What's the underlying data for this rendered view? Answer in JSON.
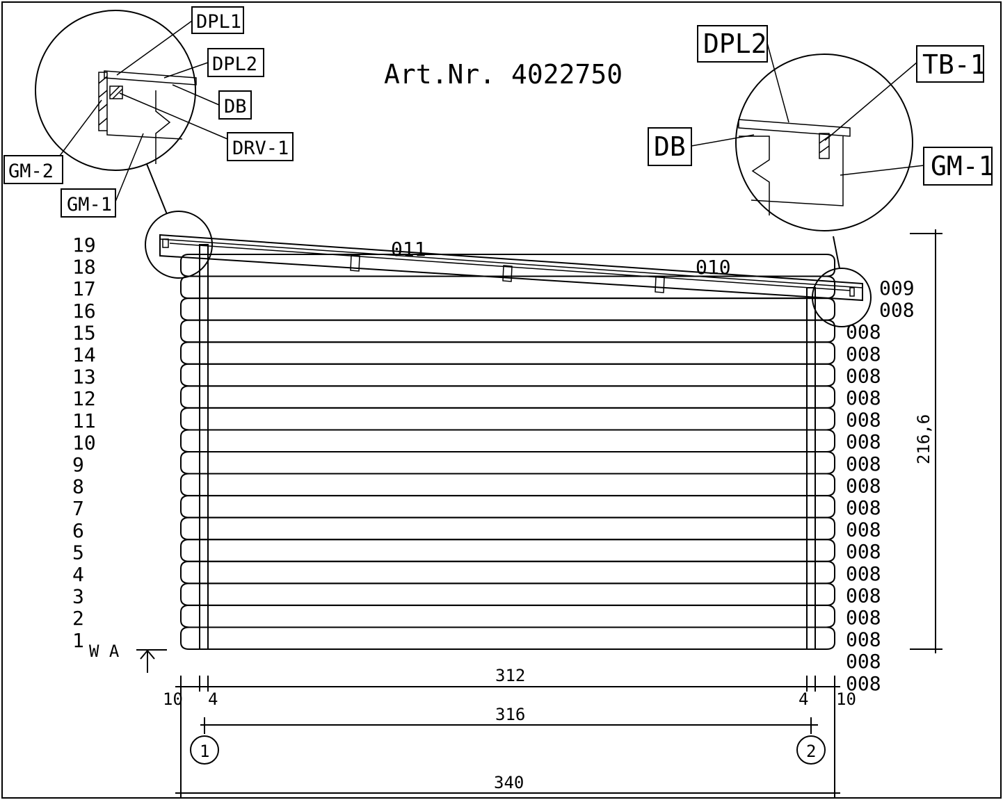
{
  "title": "Art.Nr. 4022750",
  "row_numbers": [
    "19",
    "18",
    "17",
    "16",
    "15",
    "14",
    "13",
    "12",
    "11",
    "10",
    "9",
    "8",
    "7",
    "6",
    "5",
    "4",
    "3",
    "2",
    "1"
  ],
  "right_part_codes": [
    "009",
    "008",
    "008",
    "008",
    "008",
    "008",
    "008",
    "008",
    "008",
    "008",
    "008",
    "008",
    "008",
    "008",
    "008",
    "008",
    "008",
    "008",
    "008"
  ],
  "roof_part_labels": [
    "011",
    "010"
  ],
  "ground_label": "W A",
  "callouts_left": {
    "dpl1": "DPL1",
    "dpl2": "DPL2",
    "db": "DB",
    "drv1": "DRV-1",
    "gm2": "GM-2",
    "gm1": "GM-1"
  },
  "callouts_right": {
    "dpl2": "DPL2",
    "tb1": "TB-1",
    "db": "DB",
    "gm1": "GM-1"
  },
  "dimensions": {
    "height": "216,6",
    "inner_width": "312",
    "left_offset_outer": "10",
    "left_offset_inner": "4",
    "right_offset_inner": "4",
    "right_offset_outer": "10",
    "axis_width": "316",
    "total_width": "340"
  },
  "axis_markers": [
    "1",
    "2"
  ]
}
